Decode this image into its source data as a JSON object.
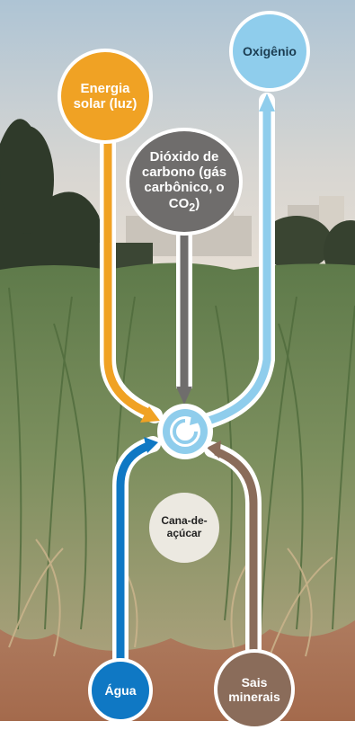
{
  "nodes": {
    "solar": {
      "line1": "Energia",
      "line2": "solar (luz)",
      "color": "#f0a224"
    },
    "oxygen": {
      "label": "Oxigênio",
      "color": "#8fcdec"
    },
    "co2": {
      "line1": "Dióxido de",
      "line2": "carbono (gás",
      "line3": "carbônico, o",
      "formula": "CO",
      "subscript": "2",
      "close": ")",
      "color": "#6f6d6c"
    },
    "cane": {
      "line1": "Cana-de-",
      "line2": "açúcar"
    },
    "water": {
      "label": "Água",
      "color": "#0f78c4"
    },
    "salts": {
      "line1": "Sais",
      "line2": "minerais",
      "color": "#8a6c5a"
    }
  },
  "hub": {
    "icon": "cycle-icon"
  }
}
